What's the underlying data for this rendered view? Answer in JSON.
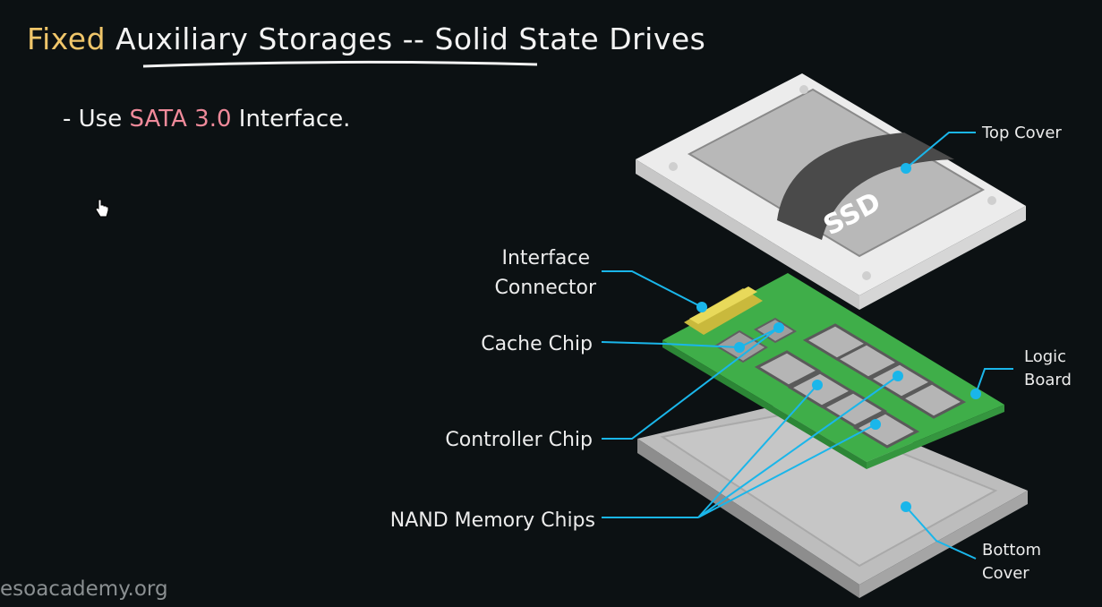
{
  "slide": {
    "title_accent": "Fixed",
    "title_rest": "Auxiliary Storages -- Solid State Drives",
    "bullet_prefix": "- Use ",
    "bullet_highlight": "SATA 3.0",
    "bullet_suffix": " Interface.",
    "watermark": "esoacademy.org"
  },
  "diagram": {
    "labels": {
      "top_cover": "Top Cover",
      "interface_connector_1": "Interface",
      "interface_connector_2": "Connector",
      "cache_chip": "Cache Chip",
      "logic_board_1": "Logic",
      "logic_board_2": "Board",
      "controller_chip": "Controller Chip",
      "nand_chips": "NAND Memory Chips",
      "bottom_cover_1": "Bottom",
      "bottom_cover_2": "Cover"
    },
    "ssd_text": "SSD"
  },
  "colors": {
    "background": "#0c1113",
    "title_accent": "#f0c66a",
    "highlight": "#ef8a9a",
    "pointer": "#1ab6ea",
    "board": "#3fae49"
  }
}
